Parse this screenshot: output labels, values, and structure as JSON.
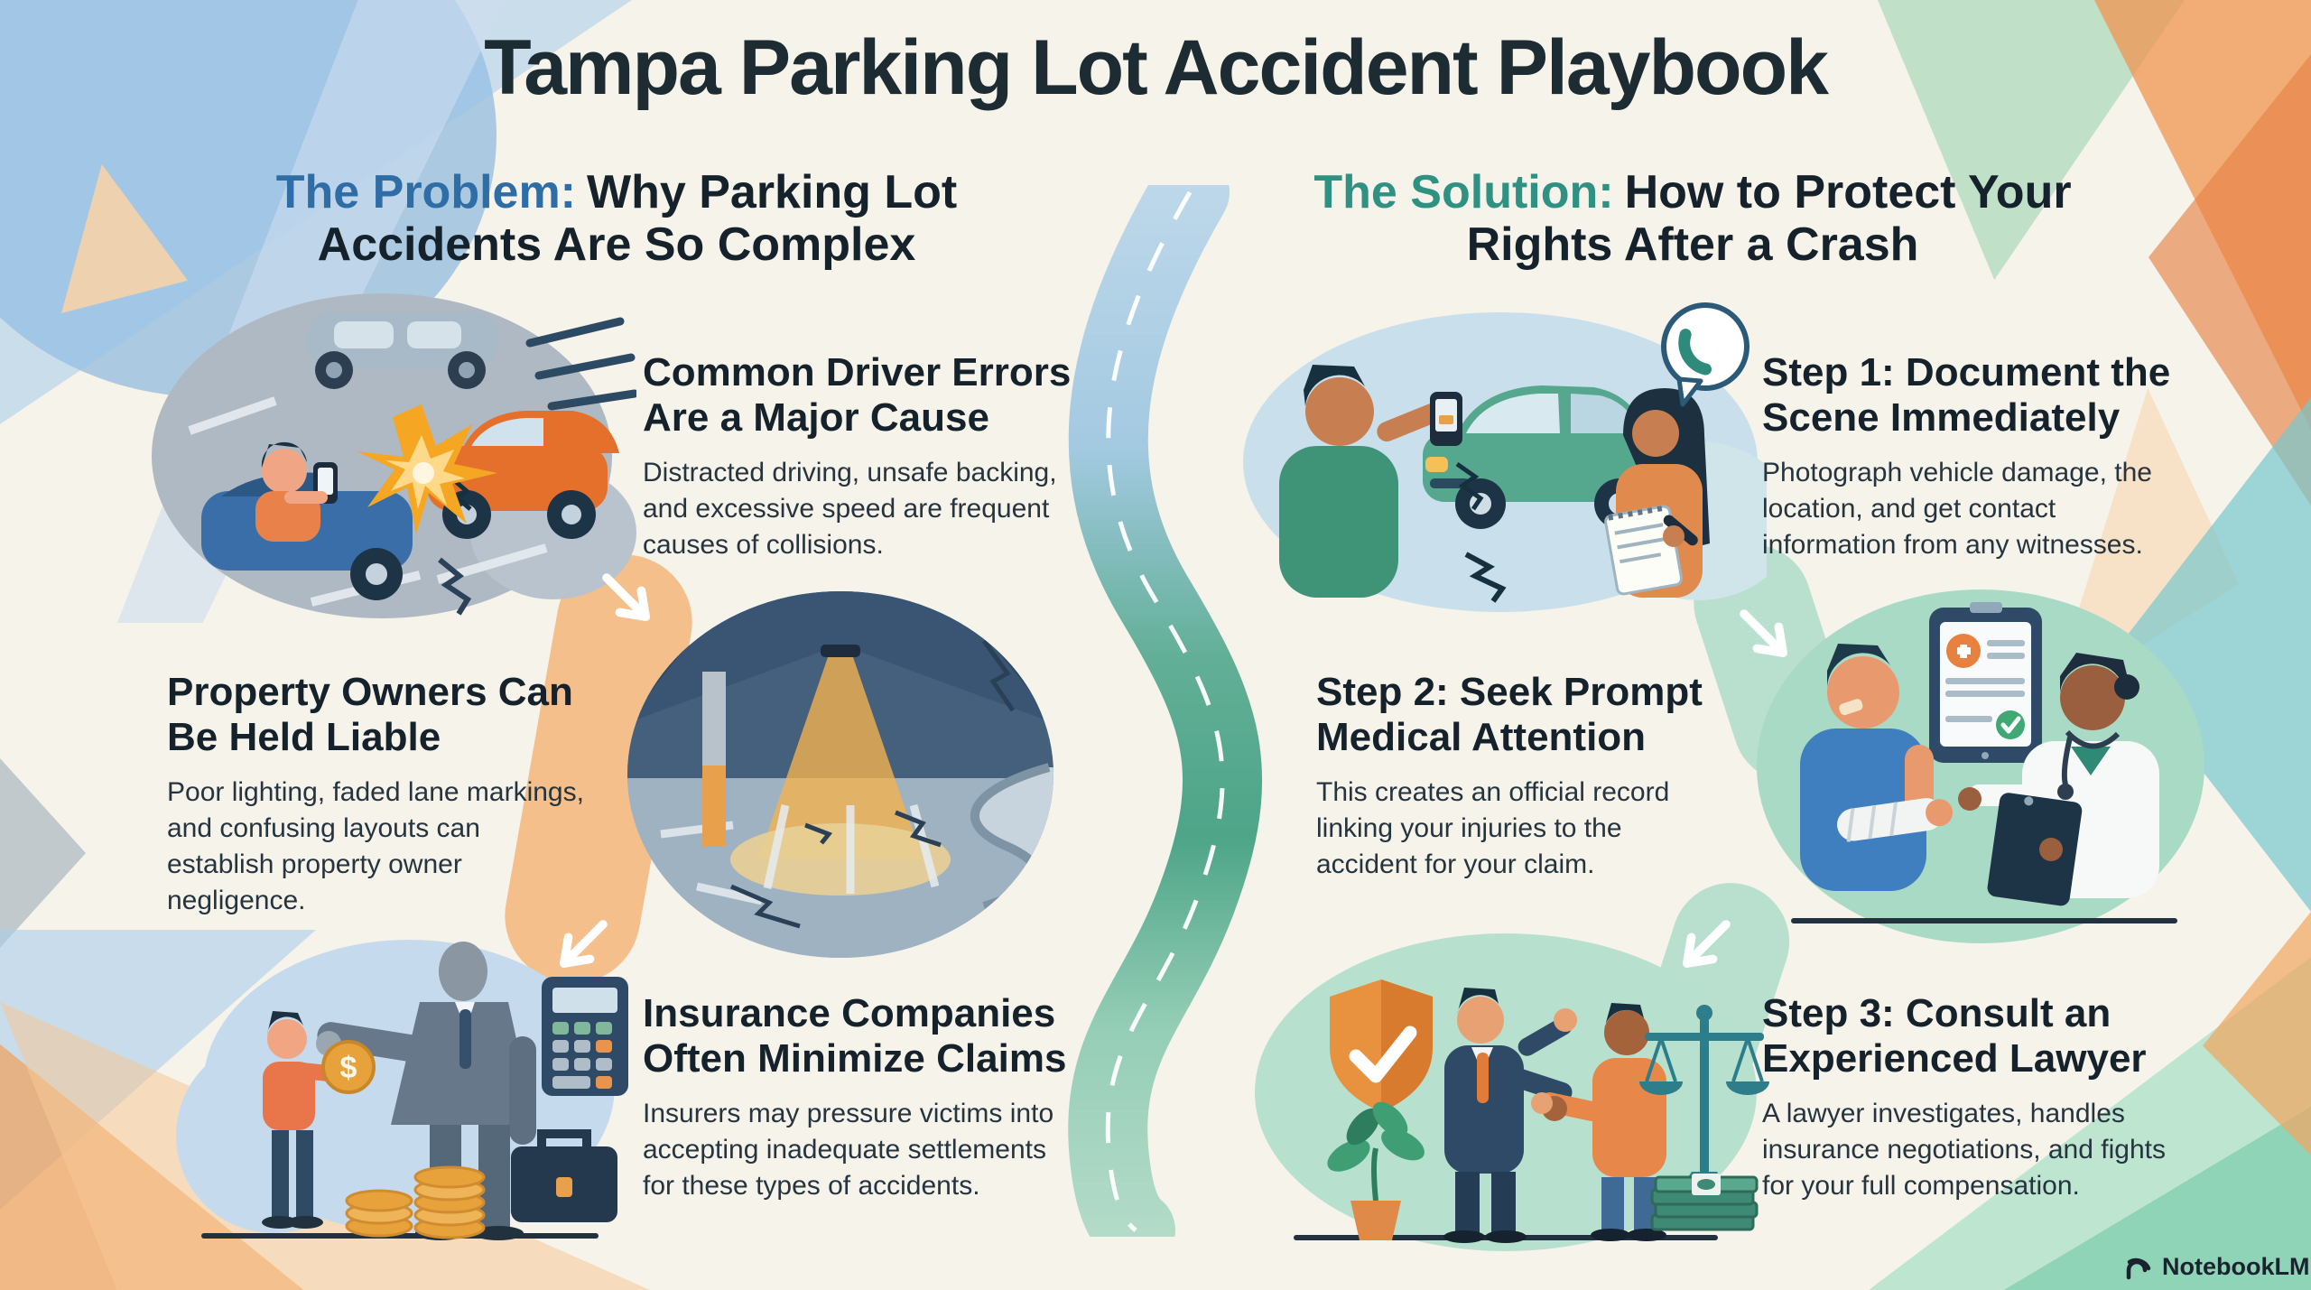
{
  "title": "Tampa Parking Lot Accident Playbook",
  "problem_column": {
    "heading_accent": "The Problem:",
    "heading_rest": "Why Parking Lot Accidents Are So Complex",
    "items": [
      {
        "title": "Common Driver Errors Are a Major Cause",
        "body": "Distracted driving, unsafe backing, and excessive speed are frequent causes of collisions.",
        "illustration": "distracted-driver-car-crash"
      },
      {
        "title": "Property Owners Can Be Held Liable",
        "body": "Poor lighting, faded lane markings, and confusing layouts can establish property owner negligence.",
        "illustration": "dark-parking-garage-cracked-pavement"
      },
      {
        "title": "Insurance Companies Often Minimize Claims",
        "body": "Insurers may pressure victims into accepting inadequate settlements for these types of accidents.",
        "illustration": "insurer-lowball-settlement"
      }
    ]
  },
  "solution_column": {
    "heading_accent": "The Solution:",
    "heading_rest": "How to Protect Your Rights After a Crash",
    "items": [
      {
        "title": "Step 1: Document the Scene Immediately",
        "body": "Photograph vehicle damage, the location, and get contact information from any witnesses.",
        "illustration": "photographing-damage-and-witness-notes"
      },
      {
        "title": "Step 2: Seek Prompt Medical Attention",
        "body": "This creates an official record linking your injuries to the accident for your claim.",
        "illustration": "doctor-examining-injured-patient"
      },
      {
        "title": "Step 3: Consult an Experienced Lawyer",
        "body": "A lawyer investigates, handles insurance negotiations, and fights for your full compensation.",
        "illustration": "lawyer-client-handshake-scales-of-justice"
      }
    ]
  },
  "misc": {
    "coin_symbol": "$"
  },
  "watermark": {
    "brand": "NotebookLM"
  },
  "colors": {
    "background": "#F5F3EA",
    "title_text": "#1D2B33",
    "problem_accent": "#2F6DA6",
    "solution_accent": "#2F9182",
    "body_text": "#26343F",
    "road_blue": "#9CC6E0",
    "road_green": "#3F9E7F",
    "connector_orange": "#F3AD69",
    "connector_green": "#A0D7C3"
  }
}
